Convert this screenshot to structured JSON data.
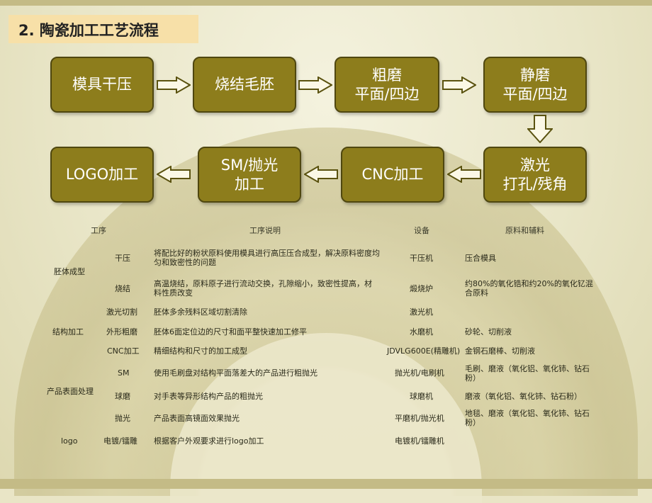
{
  "title": "2. 陶瓷加工工艺流程",
  "flow": {
    "row1": [
      {
        "line1": "模具干压",
        "line2": ""
      },
      {
        "line1": "烧结毛胚",
        "line2": ""
      },
      {
        "line1": "粗磨",
        "line2": "平面/四边"
      },
      {
        "line1": "静磨",
        "line2": "平面/四边"
      }
    ],
    "row2": [
      {
        "line1": "激光",
        "line2": "打孔/残角"
      },
      {
        "line1": "CNC加工",
        "line2": ""
      },
      {
        "line1": "SM/抛光",
        "line2": "加工"
      },
      {
        "line1": "LOGO加工",
        "line2": ""
      }
    ]
  },
  "table": {
    "headers": [
      "工序",
      "工序说明",
      "设备",
      "原料和辅料"
    ],
    "groups": [
      "胚体成型",
      "结构加工",
      "产品表面处理",
      "logo"
    ],
    "rows": [
      {
        "step": "干压",
        "desc": "将配比好的粉状原料使用模具进行高压压合成型，解决原料密度均匀和致密性的问题",
        "equip": "干压机",
        "material": "压合模具"
      },
      {
        "step": "烧结",
        "desc": "高温烧结，原料原子进行流动交换，孔隙缩小，致密性提高，材料性质改变",
        "equip": "煅烧炉",
        "material": "约80%的氧化锆和约20%的氧化钇混合原料"
      },
      {
        "step": "激光切割",
        "desc": "胚体多余残料区域切割清除",
        "equip": "激光机",
        "material": ""
      },
      {
        "step": "外形粗磨",
        "desc": "胚体6面定位边的尺寸和面平整快速加工修平",
        "equip": "水磨机",
        "material": "砂轮、切削液"
      },
      {
        "step": "CNC加工",
        "desc": "精细结构和尺寸的加工成型",
        "equip": "JDVLG600E(精雕机)",
        "material": "金钢石磨棒、切削液"
      },
      {
        "step": "SM",
        "desc": "使用毛刷盘对结构平面落差大的产品进行粗抛光",
        "equip": "抛光机/电刷机",
        "material": "毛刷、磨液（氧化铝、氧化铈、钻石粉）"
      },
      {
        "step": "球磨",
        "desc": "对手表等异形结构产品的粗抛光",
        "equip": "球磨机",
        "material": "磨液（氧化铝、氧化铈、钻石粉）"
      },
      {
        "step": "抛光",
        "desc": "产品表面高镜面效果抛光",
        "equip": "平磨机/抛光机",
        "material": "地毯、磨液（氧化铝、氧化铈、钻石粉）"
      },
      {
        "step": "电镀/镭雕",
        "desc": "根据客户外观要求进行logo加工",
        "equip": "电镀机/镭雕机",
        "material": ""
      }
    ]
  }
}
